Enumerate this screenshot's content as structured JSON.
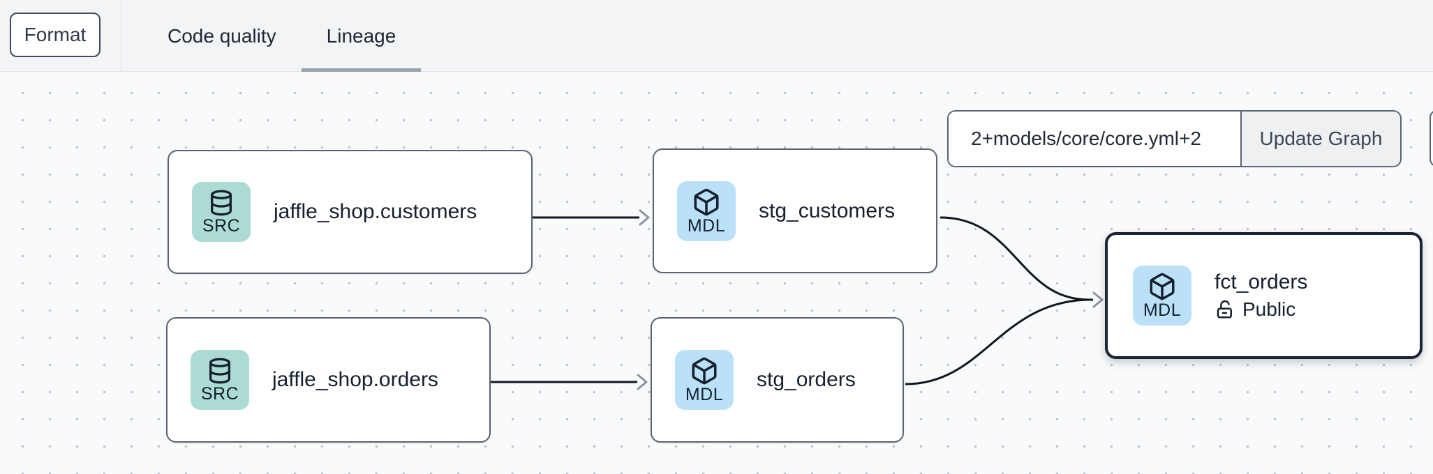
{
  "toolbar": {
    "format_label": "Format"
  },
  "tabs": {
    "items": [
      {
        "label": "Code quality",
        "active": false
      },
      {
        "label": "Lineage",
        "active": true
      }
    ]
  },
  "selector": {
    "value": "2+models/core/core.yml+2",
    "update_button_label": "Update Graph"
  },
  "graph": {
    "nodes": [
      {
        "id": "jaffle_shop.customers",
        "badge": "SRC",
        "icon": "database-icon",
        "title": "jaffle_shop.customers"
      },
      {
        "id": "stg_customers",
        "badge": "MDL",
        "icon": "cube-icon",
        "title": "stg_customers"
      },
      {
        "id": "jaffle_shop.orders",
        "badge": "SRC",
        "icon": "database-icon",
        "title": "jaffle_shop.orders"
      },
      {
        "id": "stg_orders",
        "badge": "MDL",
        "icon": "cube-icon",
        "title": "stg_orders"
      },
      {
        "id": "fct_orders",
        "badge": "MDL",
        "icon": "cube-icon",
        "title": "fct_orders",
        "access_label": "Public",
        "selected": true
      }
    ],
    "edges": [
      {
        "from": "jaffle_shop.customers",
        "to": "stg_customers"
      },
      {
        "from": "jaffle_shop.orders",
        "to": "stg_orders"
      },
      {
        "from": "stg_customers",
        "to": "fct_orders"
      },
      {
        "from": "stg_orders",
        "to": "fct_orders"
      }
    ]
  },
  "colors": {
    "topbar_bg": "#f3f4f6",
    "canvas_bg": "#f9fafb",
    "node_border": "#5a6372",
    "selected_node_border": "#1b2534",
    "edge_line": "#10161f",
    "edge_arrow": "#8a93a2",
    "src_badge_bg": "#abdbd3",
    "mdl_badge_bg": "#bae1f8",
    "tab_underline": "#9aa2ae",
    "secondary_button_bg": "#eef0f2",
    "text_ink": "#16202e"
  }
}
